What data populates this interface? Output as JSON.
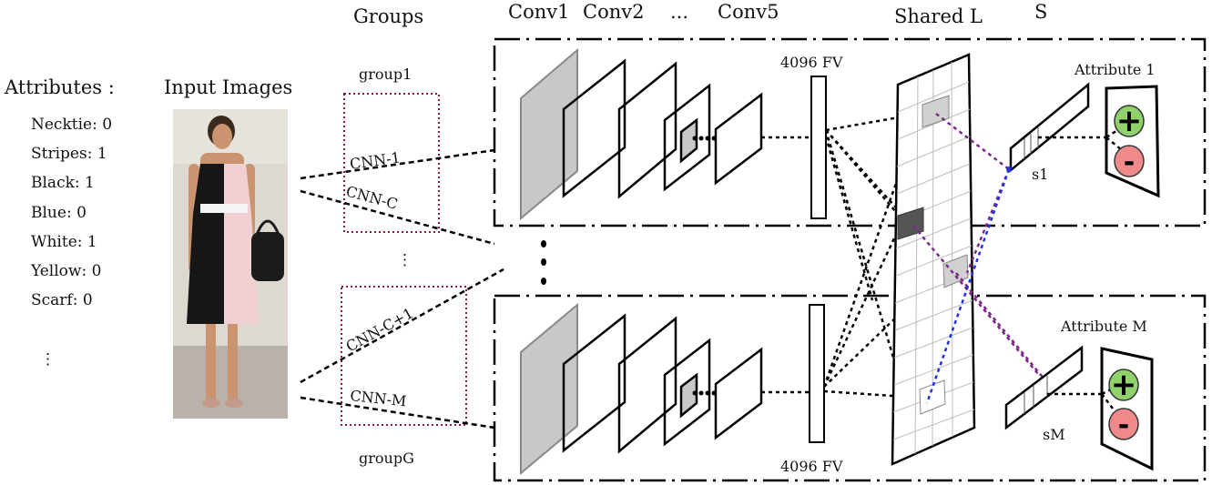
{
  "headers": {
    "attributes": "Attributes :",
    "input_images": "Input Images",
    "groups": "Groups",
    "conv1": "Conv1",
    "conv2": "Conv2",
    "conv_ellipsis": "...",
    "conv5": "Conv5",
    "shared_l": "Shared L",
    "s": "S"
  },
  "attributes": [
    "Necktie: 0",
    "Stripes: 1",
    "Black: 1",
    "Blue: 0",
    "White: 1",
    "Yellow: 0",
    "Scarf: 0"
  ],
  "attribute_ellipsis": "⋮",
  "groups": {
    "group1": "group1",
    "groupG": "groupG",
    "cnn_1": "CNN-1",
    "cnn_c": "CNN-C",
    "cnn_c1": "CNN-C+1",
    "cnn_m": "CNN-M",
    "ellipsis": "⋮"
  },
  "feature_vector": {
    "top": "4096 FV",
    "bottom": "4096 FV"
  },
  "outputs": {
    "attribute_1": "Attribute 1",
    "attribute_m": "Attribute M",
    "s1": "s1",
    "sM": "sM",
    "plus": "+",
    "minus": "-"
  },
  "colors": {
    "plus_fill": "#8fd16a",
    "minus_fill": "#f08a8a",
    "group_box": "#8b1a3a",
    "purple_link": "#7a2a8a",
    "blue_link": "#2233dd"
  }
}
